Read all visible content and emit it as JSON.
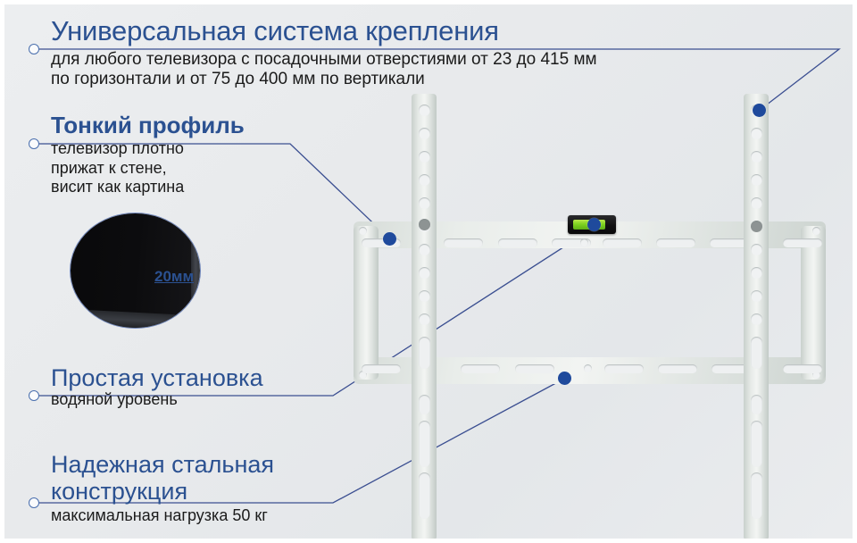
{
  "page": {
    "background_top": "#eceef0",
    "background_bottom": "#e4e7ea",
    "accent_blue": "#2b5191",
    "line_blue": "#3b4f91",
    "dot_blue": "#1f4a9c"
  },
  "callouts": [
    {
      "id": "universal-mounting-system",
      "title": "Универсальная система крепления",
      "subtitle_lines": [
        "для любого телевизора с посадочными отверстиями от 23 до 415 мм",
        "по горизонтали и от 75 до 400 мм по вертикали"
      ]
    },
    {
      "id": "slim-profile",
      "title": "Тонкий профиль",
      "subtitle_lines": [
        "телевизор плотно",
        "прижат к стене,",
        "висит как картина"
      ]
    },
    {
      "id": "easy-installation",
      "title": "Простая  установка",
      "subtitle_lines": [
        "водяной уровень"
      ]
    },
    {
      "id": "steel-construction",
      "title_lines": [
        "Надежная стальная",
        "конструкция"
      ],
      "subtitle_lines": [
        "максимальная нагрузка 50 кг"
      ]
    }
  ],
  "inset": {
    "label": "20мм",
    "description": "photo-tv-edge-thickness"
  },
  "product": {
    "name": "tv-wall-mount-bracket",
    "level_color": "#7fd321",
    "level_body_color": "#111112"
  },
  "icons": {
    "marker": "circle-marker-icon",
    "dot": "connector-dot-icon",
    "level": "bubble-level-icon"
  }
}
